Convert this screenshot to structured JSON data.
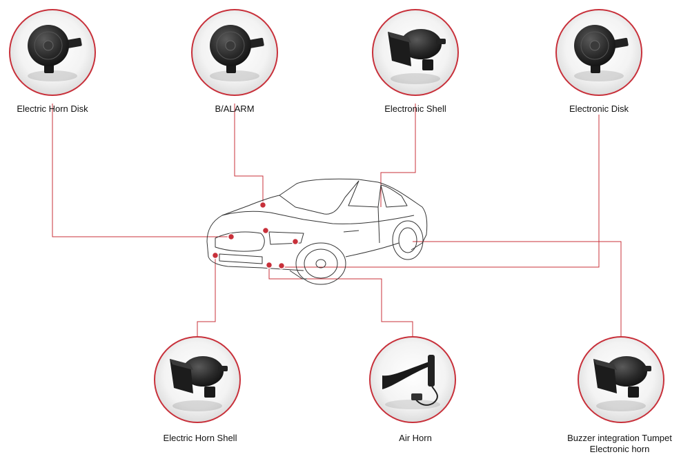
{
  "colors": {
    "accent": "#c8303a",
    "line": "#c8303a",
    "outline": "#333333"
  },
  "products": [
    {
      "id": "electric-horn-disk",
      "label": [
        "Electric Horn Disk"
      ],
      "icon": "disk-horn-icon"
    },
    {
      "id": "b-alarm",
      "label": [
        "B/ALARM"
      ],
      "icon": "disk-horn-icon"
    },
    {
      "id": "electronic-shell",
      "label": [
        "Electronic Shell"
      ],
      "icon": "shell-horn-icon"
    },
    {
      "id": "electronic-disk",
      "label": [
        "Electronic Disk"
      ],
      "icon": "disk-horn-icon"
    },
    {
      "id": "electric-horn-shell",
      "label": [
        "Electric Horn Shell"
      ],
      "icon": "shell-horn-icon"
    },
    {
      "id": "air-horn",
      "label": [
        "Air Horn"
      ],
      "icon": "air-horn-icon"
    },
    {
      "id": "buzzer-integration-trumpet",
      "label": [
        "Buzzer integration Tumpet",
        "Electronic horn"
      ],
      "icon": "shell-horn-icon"
    }
  ],
  "car": {
    "icon": "car-outline-icon"
  }
}
